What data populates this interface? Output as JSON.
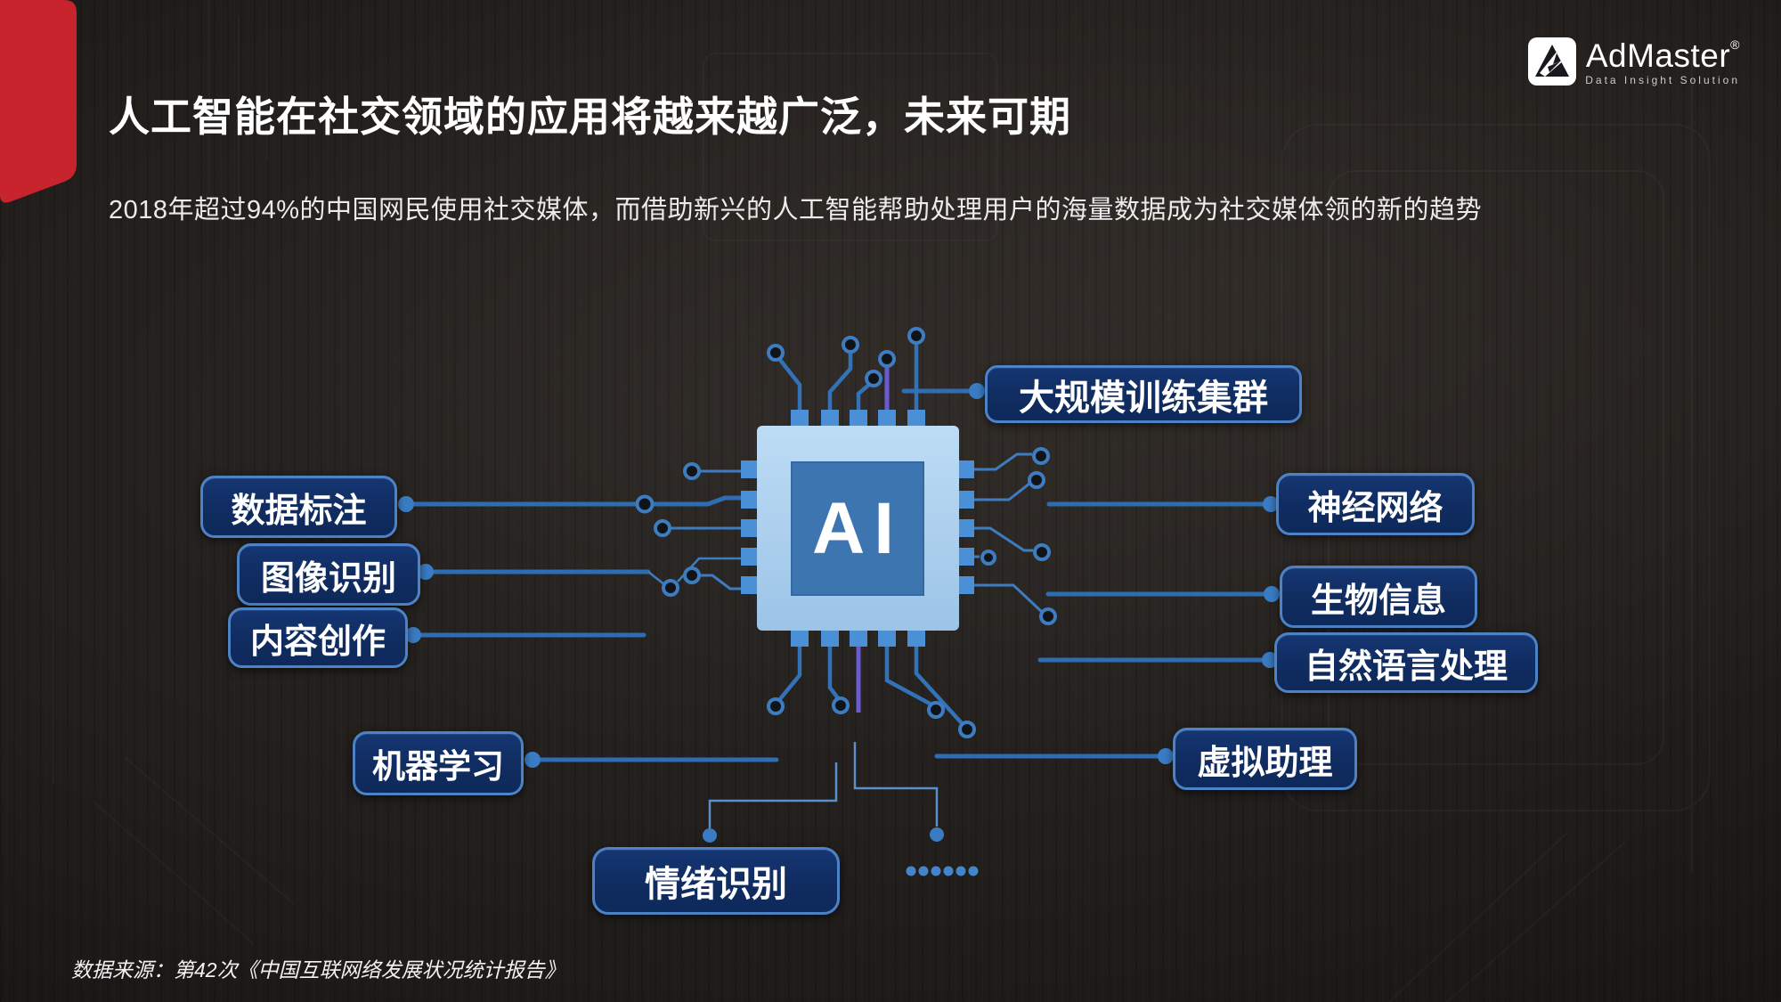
{
  "slide": {
    "title": "人工智能在社交领域的应用将越来越广泛，未来可期",
    "subtitle": "2018年超过94%的中国网民使用社交媒体，而借助新兴的人工智能帮助处理用户的海量数据成为社交媒体领的新的趋势",
    "source": "数据来源：第42次《中国互联网络发展状况统计报告》"
  },
  "logo": {
    "name": "AdMaster",
    "registered": "®",
    "tagline": "Data Insight Solution"
  },
  "chip": {
    "label": "AI"
  },
  "nodes": {
    "left": [
      {
        "id": "data-annotation",
        "label": "数据标注"
      },
      {
        "id": "image-recognition",
        "label": "图像识别"
      },
      {
        "id": "content-creation",
        "label": "内容创作"
      },
      {
        "id": "machine-learning",
        "label": "机器学习"
      },
      {
        "id": "emotion-recognition",
        "label": "情绪识别"
      }
    ],
    "right": [
      {
        "id": "training-cluster",
        "label": "大规模训练集群"
      },
      {
        "id": "neural-network",
        "label": "神经网络"
      },
      {
        "id": "bio-information",
        "label": "生物信息"
      },
      {
        "id": "nlp",
        "label": "自然语言处理"
      },
      {
        "id": "virtual-assistant",
        "label": "虚拟助理"
      }
    ],
    "ellipsis_dots": "......"
  },
  "colors": {
    "accent_red": "#c7242e",
    "pill_fill": "#102c60",
    "pill_border": "#4d82c4",
    "trace_blue": "#2e6db2",
    "trace_purple": "#6a5bd0",
    "chip_body": "#a9cdec",
    "chip_inner": "#3c75b0",
    "text": "#ffffff"
  }
}
